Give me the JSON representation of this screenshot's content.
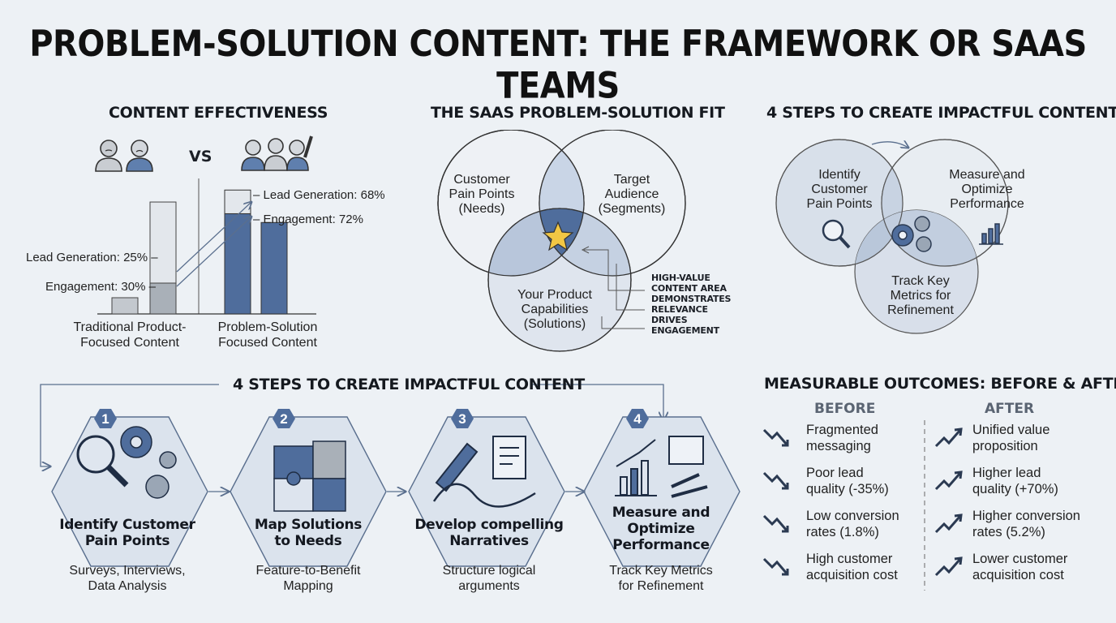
{
  "title": "PROBLEM-SOLUTION CONTENT: THE FRAMEWORK OR SAAS TEAMS",
  "effectiveness": {
    "title": "CONTENT EFFECTIVENESS",
    "vs": "VS",
    "left_labels": {
      "lead": "Lead Generation: 25%",
      "engagement": "Engagement: 30%"
    },
    "right_labels": {
      "lead": "Lead Generation: 68%",
      "engagement": "Engagement: 72%"
    },
    "groups": [
      "Traditional Product-\nFocused Content",
      "Problem-Solution\nFocused Content"
    ],
    "group_lines": [
      [
        "Traditional Product-",
        "Focused Content"
      ],
      [
        "Problem-Solution",
        "Focused Content"
      ]
    ]
  },
  "chart_data": {
    "type": "bar",
    "categories": [
      "Traditional Product-Focused Content",
      "Problem-Solution Focused Content"
    ],
    "series": [
      {
        "name": "Lead Generation",
        "values": [
          25,
          68
        ]
      },
      {
        "name": "Engagement",
        "values": [
          30,
          72
        ]
      }
    ]
  },
  "venn": {
    "title": "THE SAAS PROBLEM-SOLUTION FIT",
    "circle_a": [
      "Customer",
      "Pain Points",
      "(Needs)"
    ],
    "circle_b": [
      "Target",
      "Audience",
      "(Segments)"
    ],
    "circle_c": [
      "Your Product",
      "Capabilities",
      "(Solutions)"
    ],
    "callout": [
      "HIGH-VALUE",
      "CONTENT AREA",
      "DEMONSTRATES",
      "RELEVANCE",
      "DRIVES",
      "ENGAGEMENT"
    ]
  },
  "steps_venn": {
    "title": "4 STEPS TO CREATE IMPACTFUL CONTENT",
    "a": [
      "Identify",
      "Customer",
      "Pain Points"
    ],
    "b": [
      "Measure and",
      "Optimize",
      "Performance"
    ],
    "c": [
      "Track Key",
      "Metrics for",
      "Refinement"
    ]
  },
  "process": {
    "title": "4 STEPS TO CREATE IMPACTFUL CONTENT",
    "steps": [
      {
        "num": "1",
        "title": [
          "Identify Customer",
          "Pain Points"
        ],
        "sub": [
          "Surveys, Interviews,",
          "Data Analysis"
        ]
      },
      {
        "num": "2",
        "title": [
          "Map Solutions",
          "to Needs"
        ],
        "sub": [
          "Feature-to-Benefit",
          "Mapping"
        ]
      },
      {
        "num": "3",
        "title": [
          "Develop compelling",
          "Narratives"
        ],
        "sub": [
          "Structure logical",
          "arguments"
        ]
      },
      {
        "num": "4",
        "title": [
          "Measure and",
          "Optimize",
          "Performance"
        ],
        "sub": [
          "Track Key Metrics",
          "for Refinement"
        ]
      }
    ]
  },
  "outcomes": {
    "title": "MEASURABLE OUTCOMES: BEFORE & AFTER",
    "before_label": "BEFORE",
    "after_label": "AFTER",
    "before": [
      [
        "Fragmented",
        "messaging"
      ],
      [
        "Poor lead",
        "quality (-35%)"
      ],
      [
        "Low conversion",
        "rates (1.8%)"
      ],
      [
        "High customer",
        "acquisition cost"
      ]
    ],
    "after": [
      [
        "Unified value",
        "proposition"
      ],
      [
        "Higher lead",
        "quality (+70%)"
      ],
      [
        "Higher conversion",
        "rates (5.2%)"
      ],
      [
        "Lower customer",
        "acquisition cost"
      ]
    ]
  },
  "colors": {
    "primary": "#4a6a9a",
    "light": "#dde4ee",
    "gray": "#a9b0b8",
    "accent": "#f2c744"
  }
}
